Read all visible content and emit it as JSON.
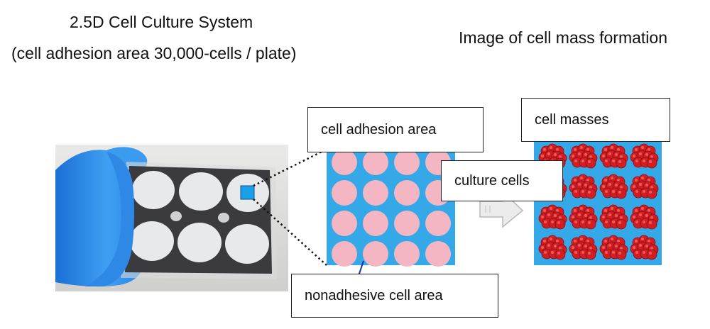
{
  "header": {
    "title_line1": "2.5D Cell Culture System",
    "title_line2": "(cell adhesion area 30,000-cells / plate)",
    "right_title": "Image of cell mass formation"
  },
  "labels": {
    "adhesion_area": "cell adhesion area",
    "culture_cells": "culture cells",
    "cell_masses": "cell masses",
    "nonadhesive_area": "nonadhesive cell area"
  },
  "grid": {
    "rows": 4,
    "cols": 4
  },
  "colors": {
    "background_blue": "#35a9e8",
    "adhesion_circle": "#f4b6c2",
    "cell_mass_red": "#d21e22",
    "glove_blue": "#2c8fe8",
    "plate_dark": "#3a3a3f",
    "highlight_square": "#1aa0e8"
  },
  "icons": {
    "arrow": "right-block-arrow-icon",
    "cell_mass": "cell-cluster-icon",
    "photo": "gloved-hand-holding-plate"
  }
}
